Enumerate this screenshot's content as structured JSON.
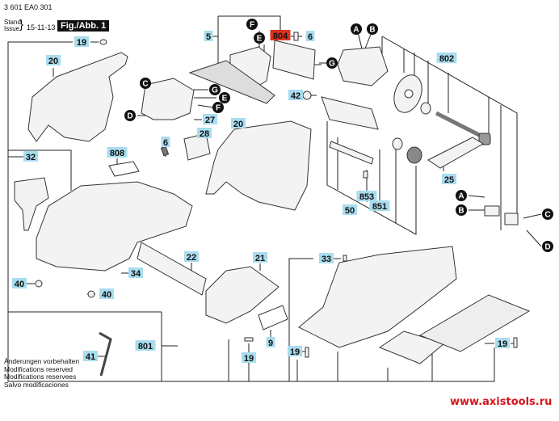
{
  "header": {
    "part_number": "3 601 EA0 301",
    "stand_label": "Stand",
    "issue_label": "Issue",
    "date": "15-11-13",
    "figure_label": "Fig./Abb. 1"
  },
  "notes": [
    "Änderungen vorbehalten",
    "Modifications reserved",
    "Modifications reservees",
    "Salvo modificaciones"
  ],
  "website": "www.axistools.ru",
  "colors": {
    "label_bg": "#a9dcef",
    "highlight_label_bg": "#d9341f",
    "marker_bg": "#111111",
    "url_color": "#d4161c"
  },
  "callouts": [
    {
      "id": "c19a",
      "text": "19"
    },
    {
      "id": "c20a",
      "text": "20"
    },
    {
      "id": "c5",
      "text": "5"
    },
    {
      "id": "c804",
      "text": "804",
      "highlight": true
    },
    {
      "id": "c6a",
      "text": "6"
    },
    {
      "id": "c802",
      "text": "802"
    },
    {
      "id": "c42",
      "text": "42"
    },
    {
      "id": "c27",
      "text": "27"
    },
    {
      "id": "c28",
      "text": "28"
    },
    {
      "id": "c20b",
      "text": "20"
    },
    {
      "id": "c6b",
      "text": "6"
    },
    {
      "id": "c808",
      "text": "808"
    },
    {
      "id": "c32",
      "text": "32"
    },
    {
      "id": "c853",
      "text": "853"
    },
    {
      "id": "c851",
      "text": "851"
    },
    {
      "id": "c50",
      "text": "50"
    },
    {
      "id": "c25",
      "text": "25"
    },
    {
      "id": "c22",
      "text": "22"
    },
    {
      "id": "c21",
      "text": "21"
    },
    {
      "id": "c33",
      "text": "33"
    },
    {
      "id": "c34",
      "text": "34"
    },
    {
      "id": "c40a",
      "text": "40"
    },
    {
      "id": "c40b",
      "text": "40"
    },
    {
      "id": "c9",
      "text": "9"
    },
    {
      "id": "c19b",
      "text": "19"
    },
    {
      "id": "c19c",
      "text": "19"
    },
    {
      "id": "c19d",
      "text": "19"
    },
    {
      "id": "c41",
      "text": "41"
    },
    {
      "id": "c801",
      "text": "801"
    }
  ],
  "markers": [
    {
      "id": "mF1",
      "text": "F"
    },
    {
      "id": "mE1",
      "text": "E"
    },
    {
      "id": "mG1",
      "text": "G"
    },
    {
      "id": "mA1",
      "text": "A"
    },
    {
      "id": "mB1",
      "text": "B"
    },
    {
      "id": "mC1",
      "text": "C"
    },
    {
      "id": "mG2",
      "text": "G"
    },
    {
      "id": "mE2",
      "text": "E"
    },
    {
      "id": "mF2",
      "text": "F"
    },
    {
      "id": "mD1",
      "text": "D"
    },
    {
      "id": "mA2",
      "text": "A"
    },
    {
      "id": "mB2",
      "text": "B"
    },
    {
      "id": "mC2",
      "text": "C"
    },
    {
      "id": "mD2",
      "text": "D"
    }
  ]
}
